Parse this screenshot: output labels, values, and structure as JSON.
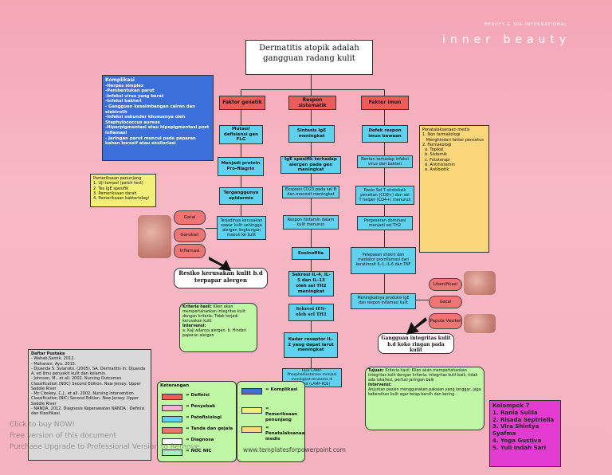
{
  "header": {
    "brand_small": "BEAUTY & SPA INTERNATIONAL",
    "brand_big": "inner beauty"
  },
  "title": "Dermatitis atopik adalah gangguan radang kulit",
  "faktor": [
    "Faktor genetik",
    "Respon sistematik",
    "Faktor imun"
  ],
  "col1": [
    "Mutasi/ defisiensi gen FLG",
    "Menjadi protein Pro-filagrin",
    "Terganggunya epidermis",
    "Terjadinya kerusakan sawar kulit sehingga alergen lingkungan masuk ke kulit"
  ],
  "col2": [
    "Sintesis IgE meningkat",
    "IgE spesifik terhadap alergen pada gen meningkat",
    "Ekspresi CD23 pada sel B dan monosit meningkat",
    "Respon histamin dalam kulit menurun",
    "Eosinofilia",
    "Sekresi IL-4, IL-5 dan IL-13 oleh sel TH2 meningkat",
    "Sekresi IFN- oleh sel TH1",
    "Kadar reseptor IL-2 yang dapat larut meningkat",
    "Fase CAMP-Phosphodiesterase menjadi meningkat terutama di monosit (cAMP-PDE)"
  ],
  "col3": [
    "Defek respon imun bawaan",
    "Rentan terhadap infeksi virus dan bakteri",
    "Rasio Sel T sitotoksik penekan (CD8+) dan sel T helper (CD4+) menurun",
    "Pergeseran dominasi menjadi sel TH2",
    "Pelepasan sitokin dan mediator proinflamasi dari keratinosit IL-1, IL-6 dan TNF",
    "Meningkatnya produksi IgE dan respon inflamasi kulit"
  ],
  "komplikasi": {
    "title": "Komplikasi",
    "items": [
      "-Herpes simplex",
      "-Pembentukan parut",
      "-Infeksi virus yang berat",
      "-Infeksi bakteri",
      "- Gangguan keseimbangan cairan dan elektrolit",
      "-Infeksi sekunder khususnya oleh Staphylococcus aureus",
      "-Hiperpigmentasi atau hipopigmentasi post inflamasi",
      "- Jaringan parut muncul pada paparan bahan korosif atau eksiloriasi"
    ]
  },
  "penunjang": {
    "title": "Pemeriksaan penunjang",
    "items": [
      "1. Uji tempel (patch test)",
      "2. Tes IgE spesifik",
      "3. Pemeriksaan darah",
      "4. Pemeriksaan bakteriologi"
    ]
  },
  "penatalaksanaan": {
    "title": "Penatalaksanaan medis",
    "items": [
      "1. Non farmakologi",
      "   Menghindari faktor pencetus",
      "2. Farmakologi",
      "  a. Topikal",
      "  b. Sistemik",
      "  c. Fototerapi",
      "  d. Antihistamin",
      "  e. Antibiotik"
    ]
  },
  "left_symptoms": [
    "Gatal",
    "Garukan",
    "Inflamasi"
  ],
  "right_symptoms": [
    "Likenifikasi",
    "Gatal",
    "Papula Vesikel"
  ],
  "resiko": "Resiko kerusakan kulit b.d terpapar alergen",
  "gangguan": "Gangguan integritas kulit b.d koko ringan pada kulit",
  "kriteria1": {
    "lead": "Kriteria hasil:",
    "text": "Klien akan mempertahankan integritas kulit dengan kriteria: Tidak terjadi kerusakan kulit",
    "int_lead": "Intervensi:",
    "int_text": "a. Kaji adanya alergen. b. Hindari paparan alergen"
  },
  "kriteria2": {
    "tujuan": "Tujuan:",
    "text": "Kriteria hasil: Klien akan mempertahankan integritas kulit dengan kriteria: integritas kulit baik, tidak ada luka/lesi, perfusi jaringan baik",
    "int_lead": "Intervensi:",
    "int_text": "Anjurkan pasien menggunakan pakaian yang longgar, jaga kebersihan kulit agar tetap bersih dan kering"
  },
  "pustaka": {
    "title": "Daftar Pustaka",
    "items": [
      "- Wahab,Samik. 2012.",
      "- Maharani, Ayu. 2015.",
      "- Djuanda S. Sularsito. (2005). SA. Dermatitis In: Djuanda A, ed Ilmu penyakit kulit dan kelamin.",
      "- Johnson, M., et all. 2002. Nursing Outcomes Classification (NOC) Second Edition. New Jersey: Upper Saddle River",
      "- Mc Closkey, C.J., et all. 2002. Nursing Intervention Classification (NIC) Second Edition. New Jersey: Upper Saddle River",
      "- NANDA, 2012. Diagnosis Keperawatan NANDA : Definisi dan Klasifikasi."
    ]
  },
  "keterangan": {
    "title": "Keterangan",
    "items": [
      {
        "color": "#ef5a5a",
        "label": "= Definisi"
      },
      {
        "color": "#f4b0d0",
        "label": "= Penyebab"
      },
      {
        "color": "#5ed2ef",
        "label": "= Patofisiologi"
      },
      {
        "color": "#ef7474",
        "label": "= Tanda dan gejala"
      },
      {
        "color": "#f7f7f7",
        "label": "= Diagnosa"
      },
      {
        "color": "#a9eec1",
        "label": "= NOC NIC"
      }
    ],
    "items2": [
      {
        "color": "#3b6fd9",
        "label": "= Komplikasi"
      },
      {
        "color": "#f3f07a",
        "label": "= Pemeriksaan penunjang"
      },
      {
        "color": "#fbd67a",
        "label": "= Penatalaksanaan medis"
      }
    ]
  },
  "kelompok": {
    "title": "Kelompok 7",
    "members": [
      "1. Rania Sulila",
      "2. Risada Septriella",
      "3. Vira Shintya Syafma",
      "4. Yoga Gustiva",
      "5. Yuli Indah Sari"
    ]
  },
  "watermark": [
    "Click to buy NOW!",
    "Free version of this document",
    "Purchase Upgrade to Professional Version to Remove"
  ],
  "footer": "www.templatesforpowerpoint.com"
}
